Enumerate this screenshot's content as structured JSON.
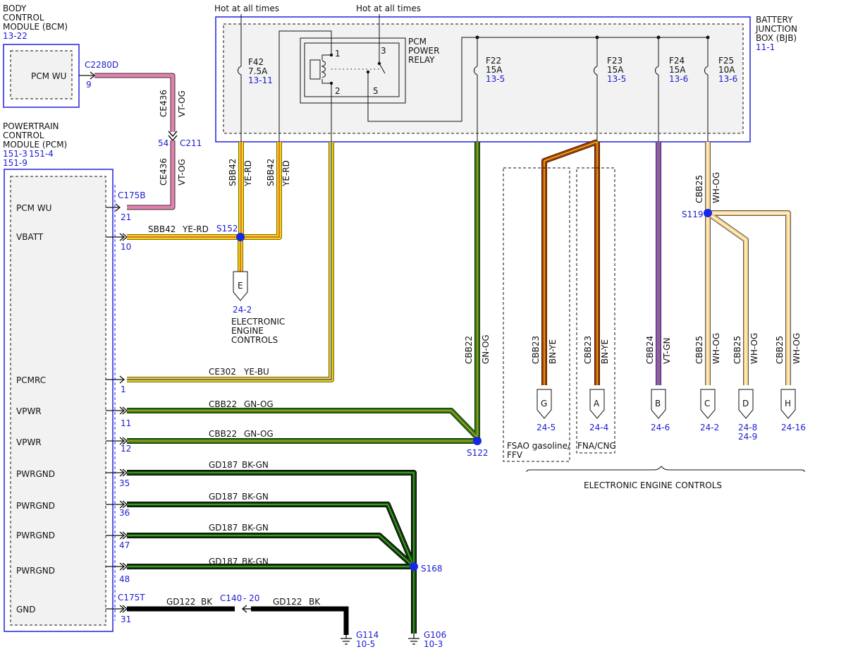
{
  "modules": {
    "bcm": {
      "title": [
        "BODY",
        "CONTROL",
        "MODULE (BCM)"
      ],
      "ref": "13-22",
      "pin_label": "PCM WU",
      "connector": "C2280D",
      "pin": "9"
    },
    "pcm": {
      "title": [
        "POWERTRAIN",
        "CONTROL",
        "MODULE (PCM)"
      ],
      "refs": [
        "151-3",
        "151-4",
        "151-9"
      ],
      "connector_b": "C175B",
      "connector_t": "C175T",
      "pins": [
        {
          "label": "PCM WU",
          "pin": "21"
        },
        {
          "label": "VBATT",
          "pin": "10"
        },
        {
          "label": "PCMRC",
          "pin": "1"
        },
        {
          "label": "VPWR",
          "pin": "11"
        },
        {
          "label": "VPWR",
          "pin": "12"
        },
        {
          "label": "PWRGND",
          "pin": "35"
        },
        {
          "label": "PWRGND",
          "pin": "36"
        },
        {
          "label": "PWRGND",
          "pin": "47"
        },
        {
          "label": "PWRGND",
          "pin": "48"
        },
        {
          "label": "GND",
          "pin": "31"
        }
      ]
    },
    "bjb": {
      "title": [
        "BATTERY",
        "JUNCTION",
        "BOX (BJB)"
      ],
      "ref": "11-1"
    }
  },
  "header": {
    "hot_left": "Hot at all times",
    "hot_right": "Hot at all times"
  },
  "relay": {
    "title": [
      "PCM",
      "POWER",
      "RELAY"
    ],
    "pins": [
      "1",
      "2",
      "3",
      "5"
    ]
  },
  "fuses": [
    {
      "id": "F42",
      "amps": "7.5A",
      "ref": "13-11"
    },
    {
      "id": "F22",
      "amps": "15A",
      "ref": "13-5"
    },
    {
      "id": "F23",
      "amps": "15A",
      "ref": "13-5"
    },
    {
      "id": "F24",
      "amps": "15A",
      "ref": "13-6"
    },
    {
      "id": "F25",
      "amps": "10A",
      "ref": "13-6"
    }
  ],
  "wires": {
    "ce436": {
      "circuit": "CE436",
      "color": "VT-OG"
    },
    "c211": {
      "pin": "54",
      "connector": "C211"
    },
    "sbb42": {
      "circuit": "SBB42",
      "color": "YE-RD"
    },
    "ce302": {
      "circuit": "CE302",
      "color": "YE-BU"
    },
    "cbb22": {
      "circuit": "CBB22",
      "color": "GN-OG"
    },
    "gd187": {
      "circuit": "GD187",
      "color": "BK-GN"
    },
    "gd122": {
      "circuit": "GD122",
      "color": "BK"
    },
    "c140": {
      "connector": "C140",
      "pin": "- 20"
    },
    "cbb23": {
      "circuit": "CBB23",
      "color": "BN-YE"
    },
    "cbb24": {
      "circuit": "CBB24",
      "color": "VT-GN"
    },
    "cbb25": {
      "circuit": "CBB25",
      "color": "WH-OG"
    }
  },
  "splices": {
    "s152": "S152",
    "s122": "S122",
    "s168": "S168",
    "s119": "S119"
  },
  "grounds": [
    {
      "id": "G114",
      "ref": "10-5"
    },
    {
      "id": "G106",
      "ref": "10-3"
    }
  ],
  "connectors": [
    {
      "letter": "E",
      "ref": "24-2"
    },
    {
      "letter": "G",
      "ref": "24-5"
    },
    {
      "letter": "A",
      "ref": "24-4"
    },
    {
      "letter": "B",
      "ref": "24-6"
    },
    {
      "letter": "C",
      "ref": "24-2"
    },
    {
      "letter": "D",
      "ref": "24-8",
      "ref2": "24-9"
    },
    {
      "letter": "H",
      "ref": "24-16"
    }
  ],
  "labels": {
    "eec_short": [
      "ELECTRONIC",
      "ENGINE",
      "CONTROLS"
    ],
    "fsao": [
      "FSAO gasoline/",
      "FFV"
    ],
    "fna": "FNA/CNG",
    "eec_bottom": "ELECTRONIC ENGINE CONTROLS"
  },
  "colors": {
    "vt_og": "#e67fb0",
    "ye": "#f2d21b",
    "gn": "#2d7a0f",
    "bk_gn": "#123d0a",
    "bn_ye": "#a33d08",
    "vt_gn": "#a24fc2",
    "wh_og": "#f6cd7f",
    "splice": "#1428e6",
    "box": "#2222dd"
  }
}
